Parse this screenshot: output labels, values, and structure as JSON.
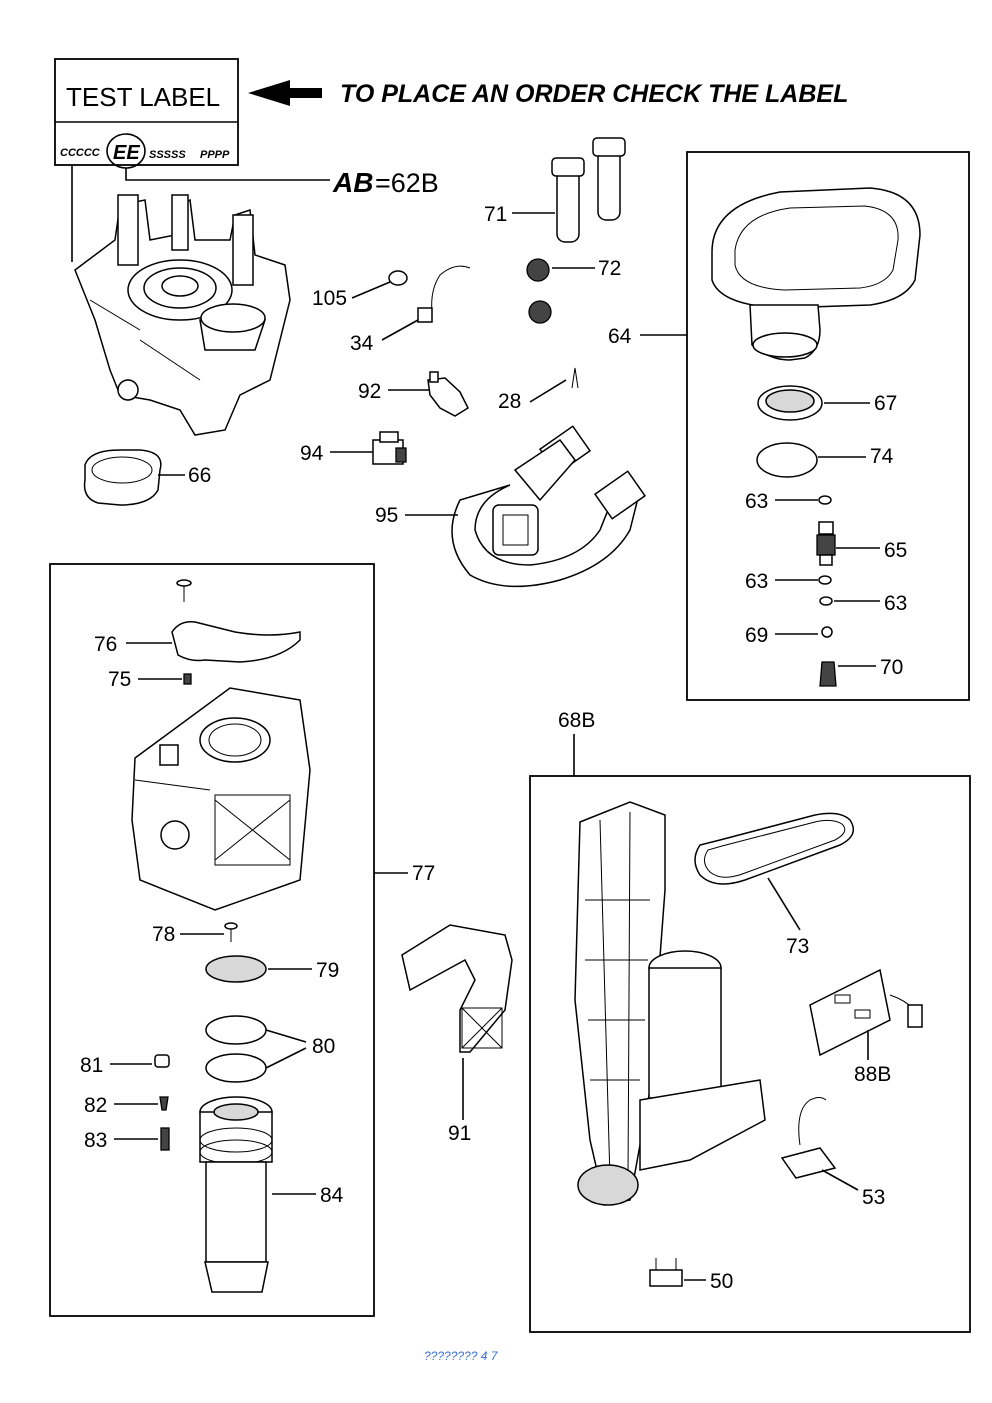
{
  "header": {
    "test_label": "TEST LABEL",
    "label_codes_left": "CCCCC",
    "label_codes_circle": "EE",
    "label_codes_mid": "SSSSS",
    "label_codes_right": "PPPP",
    "instruction": "TO PLACE AN ORDER CHECK THE LABEL",
    "ab_prefix": "AB",
    "ab_value": "=62B"
  },
  "callouts": {
    "c105": "105",
    "c34": "34",
    "c92": "92",
    "c94": "94",
    "c95": "95",
    "c71": "71",
    "c72": "72",
    "c28": "28",
    "c66": "66",
    "c64": "64",
    "c67": "67",
    "c74": "74",
    "c63a": "63",
    "c65": "65",
    "c63b": "63",
    "c63c": "63",
    "c69": "69",
    "c70": "70",
    "c76": "76",
    "c75": "75",
    "c77": "77",
    "c78": "78",
    "c79": "79",
    "c80": "80",
    "c81": "81",
    "c82": "82",
    "c83": "83",
    "c84": "84",
    "c91": "91",
    "c68B": "68B",
    "c73": "73",
    "c88B": "88B",
    "c53": "53",
    "c50": "50"
  },
  "footer": {
    "page": "???????? 4   7"
  }
}
